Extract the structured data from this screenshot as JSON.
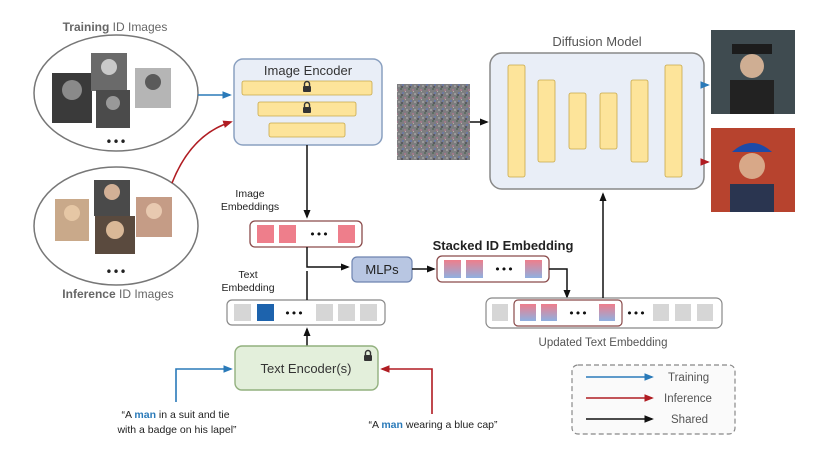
{
  "training_title": {
    "bold": "Training",
    "rest": " ID Images"
  },
  "inference_title": {
    "bold": "Inference",
    "rest": " ID Images"
  },
  "image_encoder": "Image Encoder",
  "diffusion_model": "Diffusion Model",
  "image_embeddings": [
    "Image",
    "Embeddings"
  ],
  "text_embedding": [
    "Text",
    "Embedding"
  ],
  "mlps": "MLPs",
  "stacked_id_embedding": "Stacked ID Embedding",
  "updated_text_embedding": "Updated Text Embedding",
  "text_encoder": "Text Encoder(s)",
  "ellipsis": "•••",
  "caption_training": {
    "line1_pre": "“A ",
    "line1_key": "man",
    "line1_post": " in a suit and tie",
    "line2": "with a badge on his lapel”"
  },
  "caption_inference": {
    "pre": "“A ",
    "key": "man",
    "post": " wearing a blue cap”"
  },
  "legend": {
    "training": "Training",
    "inference": "Inference",
    "shared": "Shared"
  },
  "colors": {
    "training": "#2a7ab9",
    "inference": "#b01c22",
    "shared": "#111111",
    "encoder_fill": "#e9eef7",
    "encoder_stroke": "#8aa0c0",
    "bar_yellow": "#fde49a",
    "mlp_fill": "#b8c6e2",
    "text_encoder_fill": "#e3efdb",
    "text_encoder_stroke": "#92b07e",
    "highlight_word": "#2a7ab9",
    "embed_pink": "#ee7e8b",
    "token_blue": "#1d63ad",
    "token_gray": "#d6d6d6"
  },
  "icons": [
    "lock-icon",
    "noise-image",
    "face-photo"
  ]
}
